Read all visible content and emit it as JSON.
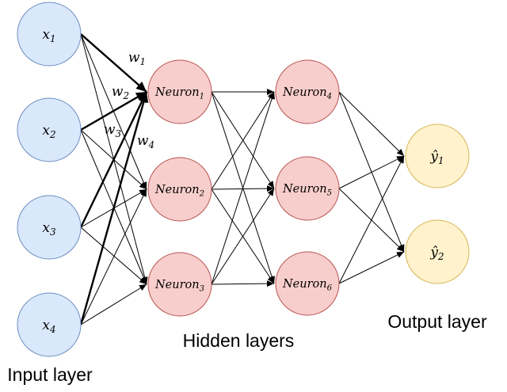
{
  "layer_labels": {
    "input": "Input layer",
    "hidden": "Hidden layers",
    "output": "Output layer"
  },
  "nodes": {
    "x1": {
      "base": "x",
      "sub": "1"
    },
    "x2": {
      "base": "x",
      "sub": "2"
    },
    "x3": {
      "base": "x",
      "sub": "3"
    },
    "x4": {
      "base": "x",
      "sub": "4"
    },
    "n1": {
      "base": "Neuron",
      "sub": "1"
    },
    "n2": {
      "base": "Neuron",
      "sub": "2"
    },
    "n3": {
      "base": "Neuron",
      "sub": "3"
    },
    "n4": {
      "base": "Neuron",
      "sub": "4"
    },
    "n5": {
      "base": "Neuron",
      "sub": "5"
    },
    "n6": {
      "base": "Neuron",
      "sub": "6"
    },
    "y1": {
      "base": "ŷ",
      "sub": "1"
    },
    "y2": {
      "base": "ŷ",
      "sub": "2"
    }
  },
  "weights": {
    "w1": {
      "base": "w",
      "sub": "1"
    },
    "w2": {
      "base": "w",
      "sub": "2"
    },
    "w3": {
      "base": "w",
      "sub": "3"
    },
    "w4": {
      "base": "w",
      "sub": "4"
    }
  },
  "colors": {
    "input_fill": "#dae8fc",
    "input_stroke": "#6c8ebf",
    "hidden_fill": "#f8cecc",
    "hidden_stroke": "#b85450",
    "output_fill": "#fff2cc",
    "output_stroke": "#d6b656",
    "edge": "#000000",
    "text": "#000000"
  },
  "edges": [
    {
      "from": "x1",
      "to": "n1",
      "bold": true,
      "label": "w1"
    },
    {
      "from": "x2",
      "to": "n1",
      "bold": true,
      "label": "w2"
    },
    {
      "from": "x3",
      "to": "n1",
      "bold": true,
      "label": "w3"
    },
    {
      "from": "x4",
      "to": "n1",
      "bold": true,
      "label": "w4"
    },
    {
      "from": "x1",
      "to": "n2"
    },
    {
      "from": "x2",
      "to": "n2"
    },
    {
      "from": "x3",
      "to": "n2"
    },
    {
      "from": "x4",
      "to": "n2"
    },
    {
      "from": "x1",
      "to": "n3"
    },
    {
      "from": "x2",
      "to": "n3"
    },
    {
      "from": "x3",
      "to": "n3"
    },
    {
      "from": "x4",
      "to": "n3"
    },
    {
      "from": "n1",
      "to": "n4"
    },
    {
      "from": "n1",
      "to": "n5"
    },
    {
      "from": "n1",
      "to": "n6"
    },
    {
      "from": "n2",
      "to": "n4"
    },
    {
      "from": "n2",
      "to": "n5"
    },
    {
      "from": "n2",
      "to": "n6"
    },
    {
      "from": "n3",
      "to": "n4"
    },
    {
      "from": "n3",
      "to": "n5"
    },
    {
      "from": "n3",
      "to": "n6"
    },
    {
      "from": "n4",
      "to": "y1"
    },
    {
      "from": "n4",
      "to": "y2"
    },
    {
      "from": "n5",
      "to": "y1"
    },
    {
      "from": "n5",
      "to": "y2"
    },
    {
      "from": "n6",
      "to": "y1"
    },
    {
      "from": "n6",
      "to": "y2"
    }
  ]
}
